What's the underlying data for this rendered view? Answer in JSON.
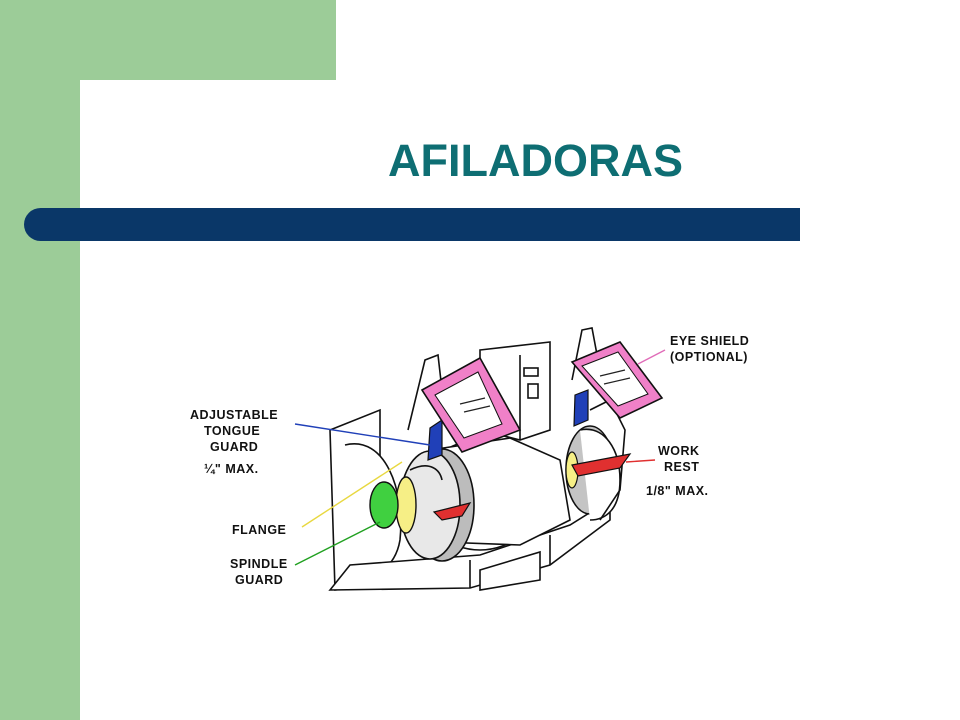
{
  "slide": {
    "title": "AFILADORAS"
  },
  "figure": {
    "labels": {
      "adjustable_line1": "ADJUSTABLE",
      "adjustable_line2": "TONGUE",
      "adjustable_line3": "GUARD",
      "adjustable_line4": "¼\" MAX.",
      "flange": "FLANGE",
      "spindle_line1": "SPINDLE",
      "spindle_line2": "GUARD",
      "eye_shield_line1": "EYE SHIELD",
      "eye_shield_line2": "(OPTIONAL)",
      "work_rest_line1": "WORK",
      "work_rest_line2": "REST",
      "work_rest_line3": "1/8\" MAX."
    },
    "colors": {
      "eye_shield": "#f080c8",
      "tongue_guard": "#2040b8",
      "flange": "#f6ef86",
      "spindle_guard": "#40d040",
      "work_rest": "#e03030"
    }
  }
}
